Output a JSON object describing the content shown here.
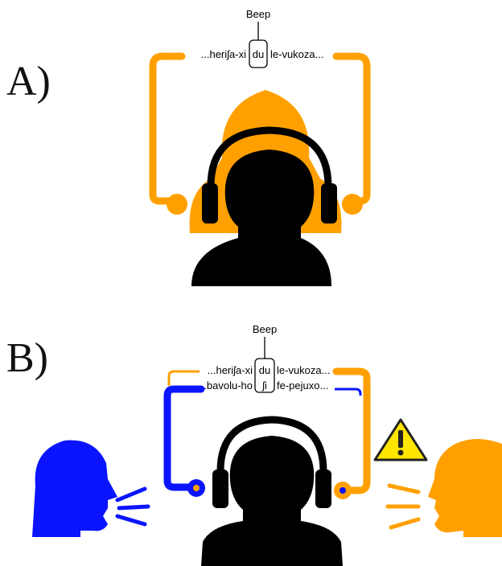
{
  "panel_a": {
    "label": "A)",
    "beep": "Beep",
    "stream": {
      "before": "...heriʃa-xi",
      "target": "du",
      "after": "le-vukoza..."
    }
  },
  "panel_b": {
    "label": "B)",
    "beep": "Beep",
    "stream_top": {
      "before": "...heriʃa-xi",
      "target": "du",
      "after": "le-vukoza..."
    },
    "stream_bottom": {
      "before": "...bavolu-ho",
      "target": "ʃi",
      "after": "fe-pejuxo..."
    }
  },
  "colors": {
    "orange": "#FFA000",
    "blue": "#0A14FF",
    "black": "#000000",
    "warning_yellow": "#FFE500"
  },
  "icons": {
    "listener": "person-with-headphones-icon",
    "speaker_left": "speaking-head-blue-icon",
    "speaker_right": "speaking-head-orange-icon",
    "warning": "warning-triangle-icon"
  }
}
